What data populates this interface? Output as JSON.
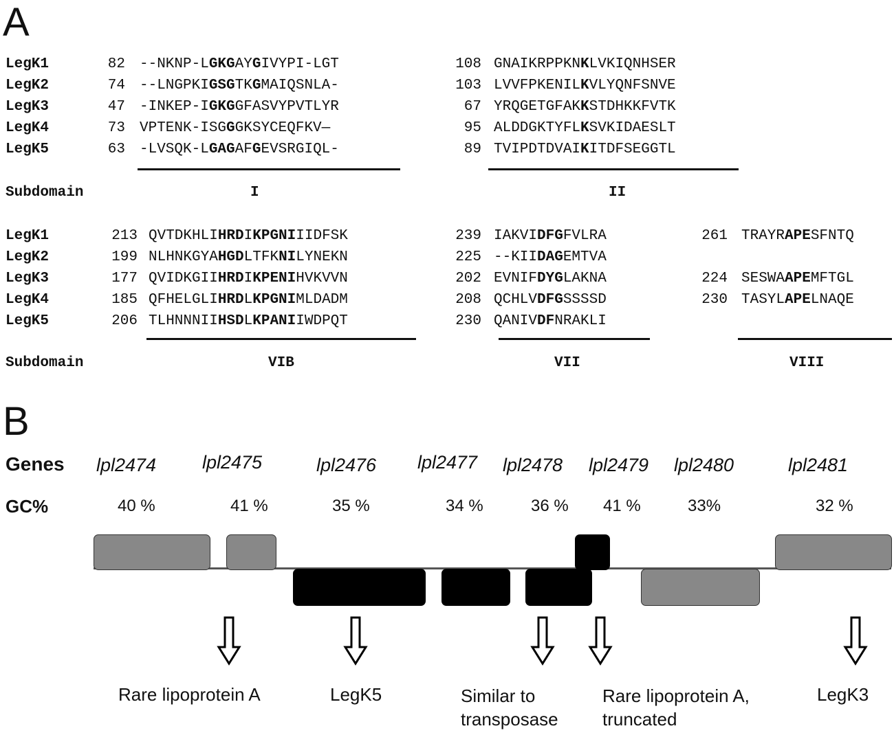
{
  "panel_a": {
    "label": "A",
    "block1": {
      "rows": [
        {
          "name": "LegK1",
          "pos1": "82",
          "seq1": [
            [
              "--NKNP-L",
              false
            ],
            [
              "GKG",
              true
            ],
            [
              "AY",
              false
            ],
            [
              "G",
              true
            ],
            [
              "IVYPI-LGT",
              false
            ]
          ],
          "pos2": "108",
          "seq2": [
            [
              "GNAIKRPPKN",
              false
            ],
            [
              "K",
              true
            ],
            [
              "LVKIQNHSER",
              false
            ]
          ]
        },
        {
          "name": "LegK2",
          "pos1": "74",
          "seq1": [
            [
              "--LNGPKI",
              false
            ],
            [
              "GSG",
              true
            ],
            [
              "TK",
              false
            ],
            [
              "G",
              true
            ],
            [
              "MAIQSNLA-",
              false
            ]
          ],
          "pos2": "103",
          "seq2": [
            [
              "LVVFPKENIL",
              false
            ],
            [
              "K",
              true
            ],
            [
              "VLYQNFSNVE",
              false
            ]
          ]
        },
        {
          "name": "LegK3",
          "pos1": "47",
          "seq1": [
            [
              "-INKEP-I",
              false
            ],
            [
              "GKG",
              true
            ],
            [
              "GFASVYPVTLYR",
              false
            ]
          ],
          "pos2": "67",
          "seq2": [
            [
              "YRQGETGFAK",
              false
            ],
            [
              "K",
              true
            ],
            [
              "STDHKKFVTK",
              false
            ]
          ]
        },
        {
          "name": "LegK4",
          "pos1": "73",
          "seq1": [
            [
              "VPTENK-ISG",
              false
            ],
            [
              "G",
              true
            ],
            [
              "GKSYCEQFKV—",
              false
            ]
          ],
          "pos2": "95",
          "seq2": [
            [
              "ALDDGKTYFL",
              false
            ],
            [
              "K",
              true
            ],
            [
              "SVKIDAESLT",
              false
            ]
          ]
        },
        {
          "name": "LegK5",
          "pos1": "63",
          "seq1": [
            [
              "-LVSQK-L",
              false
            ],
            [
              "GAG",
              true
            ],
            [
              "AF",
              false
            ],
            [
              "G",
              true
            ],
            [
              "EVSRGIQL-",
              false
            ]
          ],
          "pos2": "89",
          "seq2": [
            [
              "TVIPDTDVAI",
              false
            ],
            [
              "K",
              true
            ],
            [
              "ITDFSEGGTL",
              false
            ]
          ]
        }
      ],
      "subdomain_label": "Subdomain",
      "subdomains": [
        "I",
        "II"
      ]
    },
    "block2": {
      "rows": [
        {
          "name": "LegK1",
          "pos1": "213",
          "seq1": [
            [
              "QVTDKHLI",
              false
            ],
            [
              "HRD",
              true
            ],
            [
              "I",
              false
            ],
            [
              "KPGNI",
              true
            ],
            [
              "IIDFSK",
              false
            ]
          ],
          "pos2": "239",
          "seq2": [
            [
              "IAKVI",
              false
            ],
            [
              "DFG",
              true
            ],
            [
              "FVLRA",
              false
            ]
          ],
          "pos3": "261",
          "seq3": [
            [
              "TRAYR",
              false
            ],
            [
              "APE",
              true
            ],
            [
              "SFNTQ",
              false
            ]
          ]
        },
        {
          "name": "LegK2",
          "pos1": "199",
          "seq1": [
            [
              "NLHNKGYA",
              false
            ],
            [
              "HGD",
              true
            ],
            [
              "LTFK",
              false
            ],
            [
              "NI",
              true
            ],
            [
              "LYNEKN",
              false
            ]
          ],
          "pos2": "225",
          "seq2": [
            [
              "--KII",
              false
            ],
            [
              "DAG",
              true
            ],
            [
              "EMTVA",
              false
            ]
          ],
          "pos3": "",
          "seq3": []
        },
        {
          "name": "LegK3",
          "pos1": "177",
          "seq1": [
            [
              "QVIDKGII",
              false
            ],
            [
              "HRD",
              true
            ],
            [
              "I",
              false
            ],
            [
              "KPENI",
              true
            ],
            [
              "HVKVVN",
              false
            ]
          ],
          "pos2": "202",
          "seq2": [
            [
              "EVNIF",
              false
            ],
            [
              "DYG",
              true
            ],
            [
              "LAKNA",
              false
            ]
          ],
          "pos3": "224",
          "seq3": [
            [
              "SESWA",
              false
            ],
            [
              "APE",
              true
            ],
            [
              "MFTGL",
              false
            ]
          ]
        },
        {
          "name": "LegK4",
          "pos1": "185",
          "seq1": [
            [
              "QFHELGLI",
              false
            ],
            [
              "HRD",
              true
            ],
            [
              "L",
              false
            ],
            [
              "KPGNI",
              true
            ],
            [
              "MLDADM",
              false
            ]
          ],
          "pos2": "208",
          "seq2": [
            [
              "QCHLV",
              false
            ],
            [
              "DFG",
              true
            ],
            [
              "SSSSD",
              false
            ]
          ],
          "pos3": "230",
          "seq3": [
            [
              "TASYL",
              false
            ],
            [
              "APE",
              true
            ],
            [
              "LNAQE",
              false
            ]
          ]
        },
        {
          "name": "LegK5",
          "pos1": "206",
          "seq1": [
            [
              "TLHNNNII",
              false
            ],
            [
              "HSD",
              true
            ],
            [
              "L",
              false
            ],
            [
              "KPANI",
              true
            ],
            [
              "IWDPQT",
              false
            ]
          ],
          "pos2": "230",
          "seq2": [
            [
              "QANIV",
              false
            ],
            [
              "DF",
              true
            ],
            [
              "NRAKLI",
              false
            ]
          ],
          "pos3": "",
          "seq3": []
        }
      ],
      "subdomain_label": "Subdomain",
      "subdomains": [
        "VIB",
        "VII",
        "VIII"
      ]
    }
  },
  "panel_b": {
    "label": "B",
    "genes_label": "Genes",
    "gc_label": "GC%",
    "genes": [
      "lpl2474",
      "lpl2475",
      "lpl2476",
      "lpl2477",
      "lpl2478",
      "lpl2479",
      "lpl2480",
      "lpl2481"
    ],
    "gc": [
      "40 %",
      "41 %",
      "35 %",
      "34 %",
      "36 %",
      "41 %",
      "33%",
      "32 %"
    ],
    "colors": {
      "gray_gene": "#888888",
      "black_gene": "#000000",
      "line": "#555555"
    },
    "annotations": [
      {
        "id": "rare-lipoprotein-a",
        "lines": [
          "Rare lipoprotein A"
        ]
      },
      {
        "id": "legk5",
        "lines": [
          "LegK5"
        ]
      },
      {
        "id": "similar-to-transposase",
        "lines": [
          "Similar to",
          "transposase"
        ]
      },
      {
        "id": "rare-lipoprotein-a-truncated",
        "lines": [
          "Rare lipoprotein A,",
          "truncated"
        ]
      },
      {
        "id": "legk3",
        "lines": [
          "LegK3"
        ]
      }
    ]
  }
}
